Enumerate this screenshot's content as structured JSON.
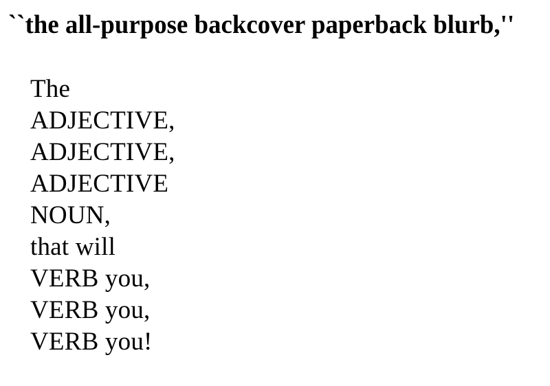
{
  "page": {
    "background_color": "#ffffff",
    "text_color": "#000000"
  },
  "headline": {
    "text": "``the all-purpose backcover paperback blurb,''"
  },
  "blurb": {
    "lines": [
      {
        "text": "The"
      },
      {
        "text": "ADJECTIVE,"
      },
      {
        "text": "ADJECTIVE,"
      },
      {
        "text": "ADJECTIVE"
      },
      {
        "text": "NOUN,"
      },
      {
        "text": "that will"
      },
      {
        "text": "VERB you,"
      },
      {
        "text": "VERB you,"
      },
      {
        "text": "VERB you!"
      }
    ]
  }
}
